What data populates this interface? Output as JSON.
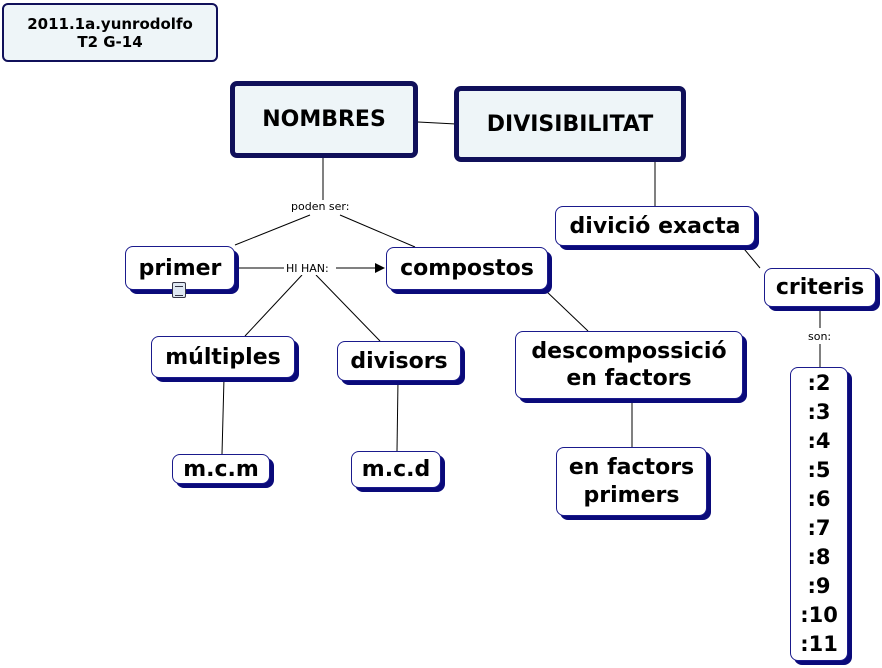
{
  "author_box": {
    "line1": "2011.1a.yunrodolfo",
    "line2": "T2 G-14"
  },
  "nodes": {
    "nombres": "NOMBRES",
    "divisibilitat": "DIVISIBILITAT",
    "primer": "primer",
    "compostos": "compostos",
    "multiples": "múltiples",
    "divisors": "divisors",
    "mcm": "m.c.m",
    "mcd": "m.c.d",
    "descomposicio_line1": "descompossició",
    "descomposicio_line2": "en factors",
    "factors_primers_line1": "en factors",
    "factors_primers_line2": "primers",
    "divicio_exacta": "divició exacta",
    "criteris": "criteris"
  },
  "link_labels": {
    "poden_ser": "poden ser:",
    "hi_han": "HI HAN:",
    "son": "son:"
  },
  "divisors_list": [
    ":2",
    ":3",
    ":4",
    ":5",
    ":6",
    ":7",
    ":8",
    ":9",
    ":10",
    ":11"
  ],
  "icons": {
    "primer_note": "note-icon"
  },
  "colors": {
    "border": "#1a1a8c",
    "shadow": "#0a0a7a",
    "strong_fill": "#eef5f8",
    "strong_border": "#10105a"
  }
}
